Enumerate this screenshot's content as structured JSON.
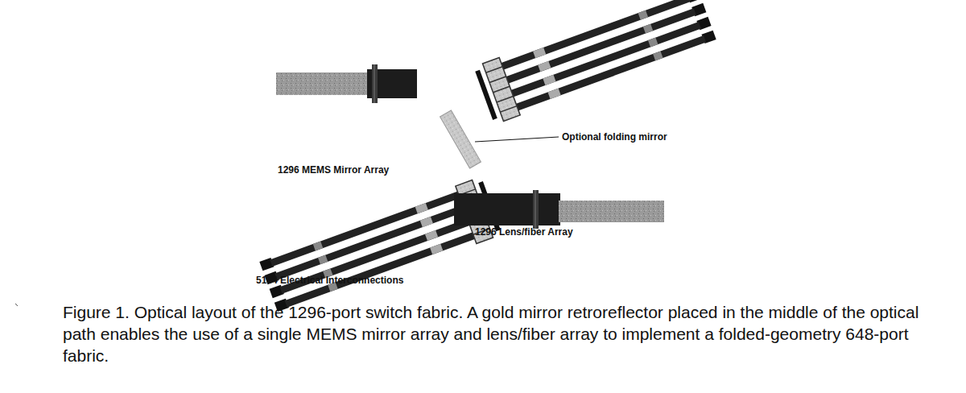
{
  "diagram": {
    "caption": "Figure 1.  Optical layout of the 1296-port switch fabric.  A gold mirror retroreflector placed in the middle of the optical path enables the use of a single MEMS mirror array and lens/fiber array to implement a folded-geometry 648-port fabric.",
    "labels": [
      "Optional folding mirror",
      "1296 MEMS Mirror Array",
      "1296 Lens/fiber Array",
      "5184 Electrical Interconnections"
    ]
  }
}
